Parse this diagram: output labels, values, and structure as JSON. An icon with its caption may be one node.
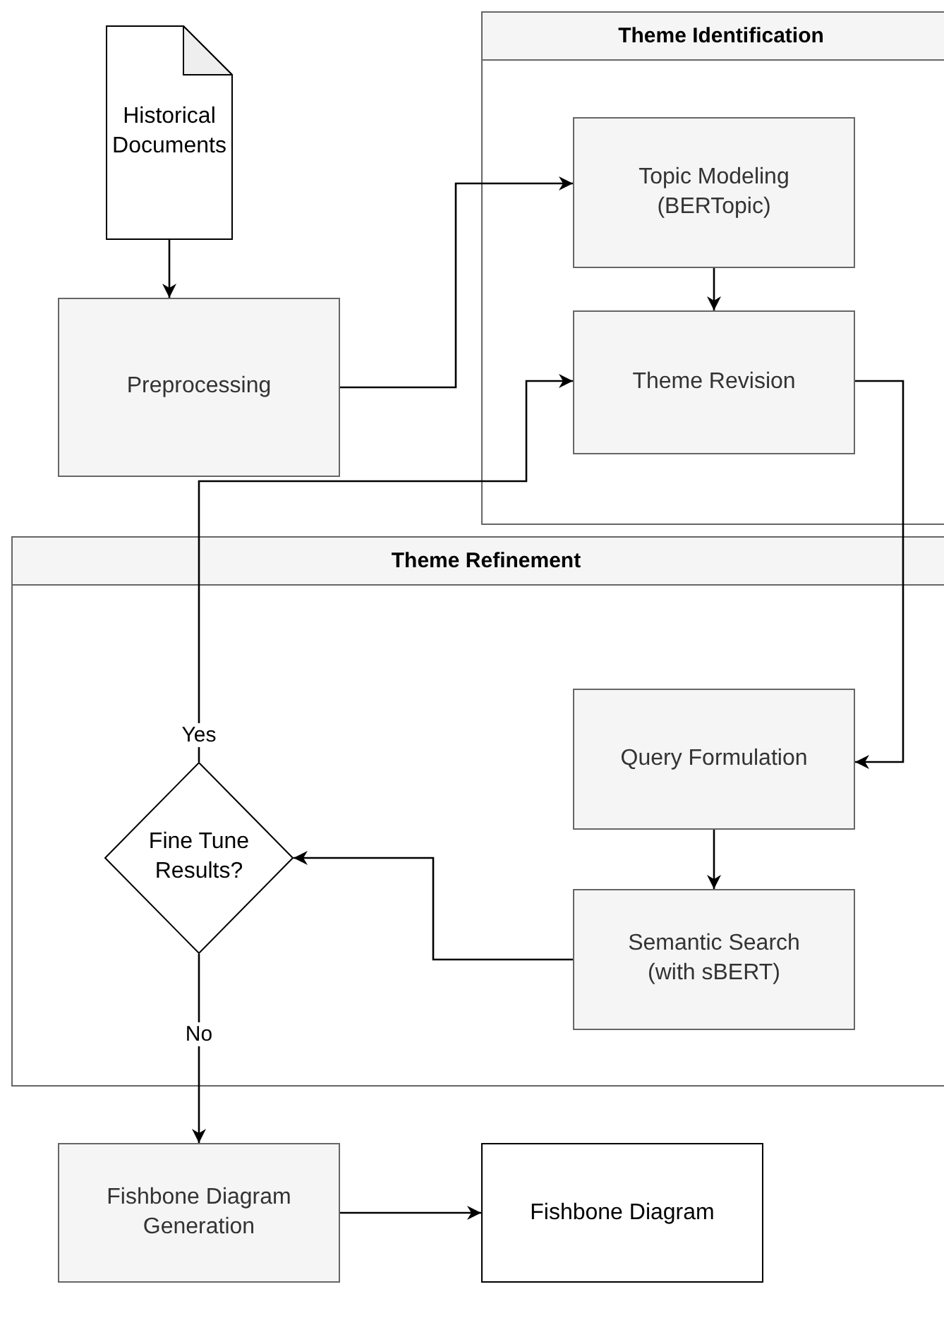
{
  "diagram": {
    "nodes": [
      {
        "text": [
          "Historical Documents"
        ]
      },
      {
        "text": [
          "Preprocessing"
        ]
      },
      {
        "text": [
          "Theme Identification"
        ]
      },
      {
        "text": [
          "Topic Modeling (BERTopic)"
        ],
        "in": 2
      },
      {
        "text": [
          "Theme Revision"
        ],
        "in": 2
      },
      {
        "text": [
          "Theme Refinement"
        ]
      },
      {
        "text": [
          "Query Formulation"
        ],
        "in": 5
      },
      {
        "text": [
          "Semantic Search (with sBERT)"
        ],
        "in": 5
      },
      {
        "text": [
          "Fine Tune Results?"
        ],
        "in": 5
      },
      {
        "text": [
          "Fishbone Diagram Generation"
        ]
      },
      {
        "text": [
          "Fishbone Diagram"
        ]
      }
    ],
    "edges": [
      {
        "from": 0,
        "to": 1,
        "arrow": "to"
      },
      {
        "from": 1,
        "to": 3,
        "arrow": "to"
      },
      {
        "from": 3,
        "to": 4,
        "arrow": "to"
      },
      {
        "from": 4,
        "to": 6,
        "arrow": "to"
      },
      {
        "from": 6,
        "to": 7,
        "arrow": "to"
      },
      {
        "from": 7,
        "to": 8,
        "arrow": "to"
      },
      {
        "from": 8,
        "to": 4,
        "arrow": "to",
        "label": "Yes"
      },
      {
        "from": 8,
        "to": 9,
        "arrow": "to",
        "label": "No"
      },
      {
        "from": 9,
        "to": 10,
        "arrow": "to"
      }
    ]
  }
}
